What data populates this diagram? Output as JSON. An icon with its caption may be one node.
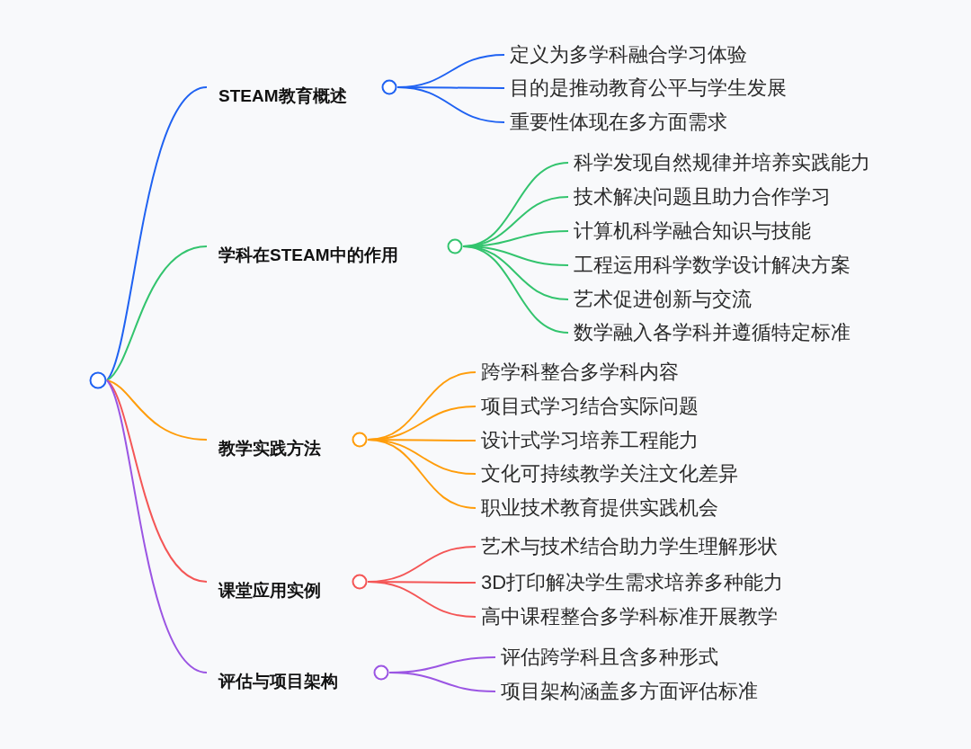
{
  "diagram": {
    "nodes": [
      {
        "text": [],
        "shape": "circle"
      },
      {
        "text": [
          "STEAM教育概述"
        ]
      },
      {
        "text": [
          "定义为多学科融合学习体验"
        ]
      },
      {
        "text": [
          "目的是推动教育公平与学生发展"
        ]
      },
      {
        "text": [
          "重要性体现在多方面需求"
        ]
      },
      {
        "text": [
          "学科在STEAM中的作用"
        ]
      },
      {
        "text": [
          "科学发现自然规律并培养实践能力"
        ]
      },
      {
        "text": [
          "技术解决问题且助力合作学习"
        ]
      },
      {
        "text": [
          "计算机科学融合知识与技能"
        ]
      },
      {
        "text": [
          "工程运用科学数学设计解决方案"
        ]
      },
      {
        "text": [
          "艺术促进创新与交流"
        ]
      },
      {
        "text": [
          "数学融入各学科并遵循特定标准"
        ]
      },
      {
        "text": [
          "教学实践方法"
        ]
      },
      {
        "text": [
          "跨学科整合多学科内容"
        ]
      },
      {
        "text": [
          "项目式学习结合实际问题"
        ]
      },
      {
        "text": [
          "设计式学习培养工程能力"
        ]
      },
      {
        "text": [
          "文化可持续教学关注文化差异"
        ]
      },
      {
        "text": [
          "职业技术教育提供实践机会"
        ]
      },
      {
        "text": [
          "课堂应用实例"
        ]
      },
      {
        "text": [
          "艺术与技术结合助力学生理解形状"
        ]
      },
      {
        "text": [
          "3D打印解决学生需求培养多种能力"
        ]
      },
      {
        "text": [
          "高中课程整合多学科标准开展教学"
        ]
      },
      {
        "text": [
          "评估与项目架构"
        ]
      },
      {
        "text": [
          "评估跨学科且含多种形式"
        ]
      },
      {
        "text": [
          "项目架构涵盖多方面评估标准"
        ]
      }
    ],
    "edges": [
      {
        "from": 0,
        "to": 1,
        "arrow": "none",
        "color": "#1f62f2"
      },
      {
        "from": 1,
        "to": 2,
        "arrow": "none",
        "color": "#1f62f2"
      },
      {
        "from": 1,
        "to": 3,
        "arrow": "none",
        "color": "#1f62f2"
      },
      {
        "from": 1,
        "to": 4,
        "arrow": "none",
        "color": "#1f62f2"
      },
      {
        "from": 0,
        "to": 5,
        "arrow": "none",
        "color": "#33c46e"
      },
      {
        "from": 5,
        "to": 6,
        "arrow": "none",
        "color": "#33c46e"
      },
      {
        "from": 5,
        "to": 7,
        "arrow": "none",
        "color": "#33c46e"
      },
      {
        "from": 5,
        "to": 8,
        "arrow": "none",
        "color": "#33c46e"
      },
      {
        "from": 5,
        "to": 9,
        "arrow": "none",
        "color": "#33c46e"
      },
      {
        "from": 5,
        "to": 10,
        "arrow": "none",
        "color": "#33c46e"
      },
      {
        "from": 5,
        "to": 11,
        "arrow": "none",
        "color": "#33c46e"
      },
      {
        "from": 0,
        "to": 12,
        "arrow": "none",
        "color": "#ff9d0b"
      },
      {
        "from": 12,
        "to": 13,
        "arrow": "none",
        "color": "#ff9d0b"
      },
      {
        "from": 12,
        "to": 14,
        "arrow": "none",
        "color": "#ff9d0b"
      },
      {
        "from": 12,
        "to": 15,
        "arrow": "none",
        "color": "#ff9d0b"
      },
      {
        "from": 12,
        "to": 16,
        "arrow": "none",
        "color": "#ff9d0b"
      },
      {
        "from": 12,
        "to": 17,
        "arrow": "none",
        "color": "#ff9d0b"
      },
      {
        "from": 0,
        "to": 18,
        "arrow": "none",
        "color": "#f45656"
      },
      {
        "from": 18,
        "to": 19,
        "arrow": "none",
        "color": "#f45656"
      },
      {
        "from": 18,
        "to": 20,
        "arrow": "none",
        "color": "#f45656"
      },
      {
        "from": 18,
        "to": 21,
        "arrow": "none",
        "color": "#f45656"
      },
      {
        "from": 0,
        "to": 22,
        "arrow": "none",
        "color": "#9b55e3"
      },
      {
        "from": 22,
        "to": 23,
        "arrow": "none",
        "color": "#9b55e3"
      },
      {
        "from": 22,
        "to": 24,
        "arrow": "none",
        "color": "#9b55e3"
      }
    ]
  }
}
